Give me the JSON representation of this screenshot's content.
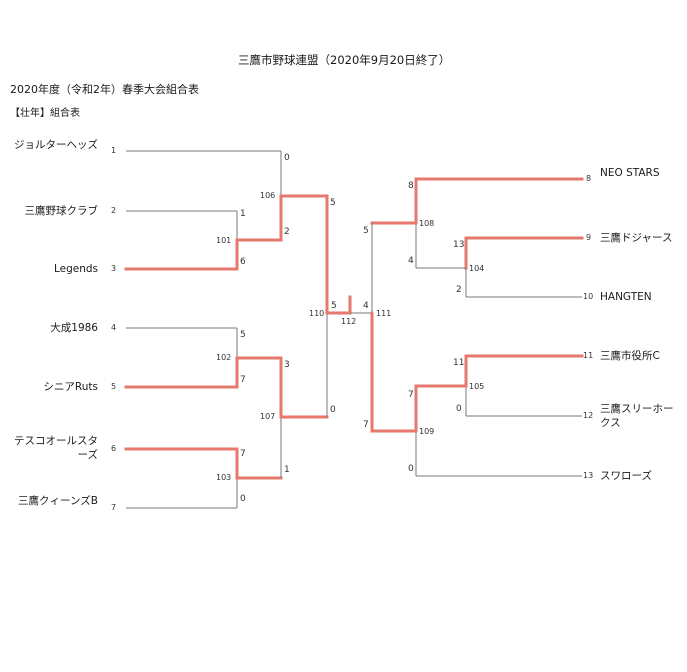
{
  "header": {
    "title": "三鷹市野球連盟（2020年9月20日終了）",
    "subtitle": "2020年度（令和2年）春季大会組合表",
    "section": "【壮年】組合表"
  },
  "teams": [
    {
      "seed": "1",
      "name": "ジョルターヘッズ",
      "winner": false
    },
    {
      "seed": "2",
      "name": "三鷹野球クラブ",
      "winner": false
    },
    {
      "seed": "3",
      "name": "Legends",
      "winner": true
    },
    {
      "seed": "4",
      "name": "大成1986",
      "winner": false
    },
    {
      "seed": "5",
      "name": "シニアRuts",
      "winner": false
    },
    {
      "seed": "6",
      "name": "テスコオールスターズ",
      "winner": false
    },
    {
      "seed": "7",
      "name": "三鷹クィーンズB",
      "winner": false
    },
    {
      "seed": "8",
      "name": "NEO STARS",
      "winner": false
    },
    {
      "seed": "9",
      "name": "三鷹ドジャース",
      "winner": false
    },
    {
      "seed": "10",
      "name": "HANGTEN",
      "winner": false
    },
    {
      "seed": "11",
      "name": "三鷹市役所C",
      "winner": false
    },
    {
      "seed": "12",
      "name": "三鷹スリーホークス",
      "winner": false
    },
    {
      "seed": "13",
      "name": "スワローズ",
      "winner": false
    }
  ],
  "matches": [
    {
      "id": "101",
      "team_a": "2",
      "score_a": "1",
      "team_b": "3",
      "score_b": "6",
      "winner": "3"
    },
    {
      "id": "102",
      "team_a": "4",
      "score_a": "5",
      "team_b": "5",
      "score_b": "7",
      "winner": "5"
    },
    {
      "id": "103",
      "team_a": "6",
      "score_a": "7",
      "team_b": "7",
      "score_b": "0",
      "winner": "6"
    },
    {
      "id": "104",
      "team_a": "9",
      "score_a": "13",
      "team_b": "10",
      "score_b": "2",
      "winner": "9"
    },
    {
      "id": "105",
      "team_a": "11",
      "score_a": "11",
      "team_b": "12",
      "score_b": "0",
      "winner": "11"
    },
    {
      "id": "106",
      "team_a": "1",
      "score_a": "0",
      "team_b": "101",
      "score_b": "2",
      "winner": "101"
    },
    {
      "id": "107",
      "team_a": "102",
      "score_a": "3",
      "team_b": "103",
      "score_b": "1",
      "winner": "102"
    },
    {
      "id": "108",
      "team_a": "8",
      "score_a": "8",
      "team_b": "104",
      "score_b": "4",
      "winner": "8"
    },
    {
      "id": "109",
      "team_a": "105",
      "score_a": "7",
      "team_b": "13",
      "score_b": "0",
      "winner": "105"
    },
    {
      "id": "110",
      "team_a": "106",
      "score_a": "5",
      "team_b": "107",
      "score_b": "0",
      "winner": "106"
    },
    {
      "id": "111",
      "team_a": "108",
      "score_a": "5",
      "team_b": "109",
      "score_b": "7",
      "winner": "109"
    },
    {
      "id": "112",
      "team_a": "110",
      "score_a": "5",
      "team_b": "111",
      "score_b": "4",
      "winner": "110"
    }
  ]
}
